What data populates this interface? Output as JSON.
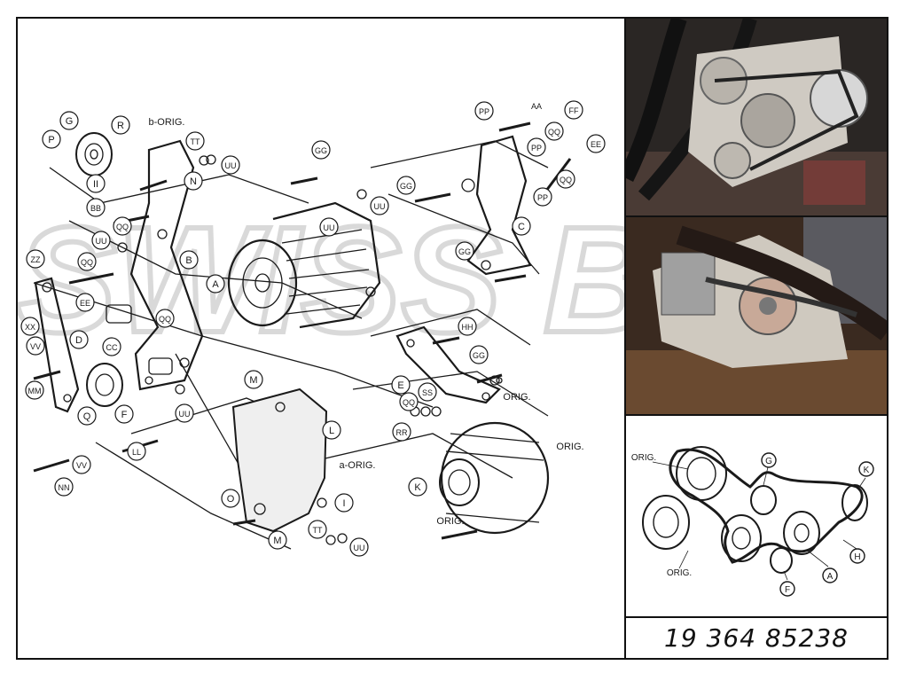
{
  "callouts": [
    {
      "id": "g",
      "label": "G"
    },
    {
      "id": "r",
      "label": "R"
    },
    {
      "id": "b-orig",
      "label": "b-ORIG."
    },
    {
      "id": "p",
      "label": "P"
    },
    {
      "id": "tt1",
      "label": "TT"
    },
    {
      "id": "uu1",
      "label": "UU"
    },
    {
      "id": "ii",
      "label": "II"
    },
    {
      "id": "n",
      "label": "N"
    },
    {
      "id": "bb",
      "label": "BB"
    },
    {
      "id": "qq1",
      "label": "QQ"
    },
    {
      "id": "uu2",
      "label": "UU"
    },
    {
      "id": "b",
      "label": "B"
    },
    {
      "id": "zz",
      "label": "ZZ"
    },
    {
      "id": "qq2",
      "label": "QQ"
    },
    {
      "id": "ee1",
      "label": "EE"
    },
    {
      "id": "qq3",
      "label": "QQ"
    },
    {
      "id": "xx",
      "label": "XX"
    },
    {
      "id": "vv1",
      "label": "VV"
    },
    {
      "id": "d",
      "label": "D"
    },
    {
      "id": "cc",
      "label": "CC"
    },
    {
      "id": "mm",
      "label": "MM"
    },
    {
      "id": "q",
      "label": "Q"
    },
    {
      "id": "f",
      "label": "F"
    },
    {
      "id": "uu3",
      "label": "UU"
    },
    {
      "id": "ll",
      "label": "LL"
    },
    {
      "id": "vv2",
      "label": "VV"
    },
    {
      "id": "nn",
      "label": "NN"
    },
    {
      "id": "gg1",
      "label": "GG"
    },
    {
      "id": "uu4",
      "label": "UU"
    },
    {
      "id": "uu5",
      "label": "UU"
    },
    {
      "id": "a",
      "label": "A"
    },
    {
      "id": "m1",
      "label": "M"
    },
    {
      "id": "l",
      "label": "L"
    },
    {
      "id": "a-orig",
      "label": "a-ORIG."
    },
    {
      "id": "o",
      "label": "O"
    },
    {
      "id": "m2",
      "label": "M"
    },
    {
      "id": "i",
      "label": "I"
    },
    {
      "id": "tt2",
      "label": "TT"
    },
    {
      "id": "uu6",
      "label": "UU"
    },
    {
      "id": "pp1",
      "label": "PP"
    },
    {
      "id": "aa",
      "label": "AA"
    },
    {
      "id": "ff",
      "label": "FF"
    },
    {
      "id": "qq4",
      "label": "QQ"
    },
    {
      "id": "ee2",
      "label": "EE"
    },
    {
      "id": "pp2",
      "label": "PP"
    },
    {
      "id": "gg2",
      "label": "GG"
    },
    {
      "id": "qq5",
      "label": "QQ"
    },
    {
      "id": "pp3",
      "label": "PP"
    },
    {
      "id": "c",
      "label": "C"
    },
    {
      "id": "gg3",
      "label": "GG"
    },
    {
      "id": "hh",
      "label": "HH"
    },
    {
      "id": "gg4",
      "label": "GG"
    },
    {
      "id": "e",
      "label": "E"
    },
    {
      "id": "ss",
      "label": "SS"
    },
    {
      "id": "qq6",
      "label": "QQ"
    },
    {
      "id": "orig1",
      "label": "ORIG."
    },
    {
      "id": "rr",
      "label": "RR"
    },
    {
      "id": "orig2",
      "label": "ORIG."
    },
    {
      "id": "k",
      "label": "K"
    },
    {
      "id": "orig3",
      "label": "ORIG."
    }
  ],
  "belt_diagram": {
    "orig_top": "ORIG.",
    "orig_bottom": "ORIG.",
    "g": "G",
    "k": "K",
    "h": "H",
    "a": "A",
    "f": "F"
  },
  "watermark": "SWISS BULL",
  "part_number": "19 364 85238",
  "colors": {
    "line": "#1a1a1a",
    "watermark": "#d9d9d9",
    "accent": "#c0392b"
  }
}
